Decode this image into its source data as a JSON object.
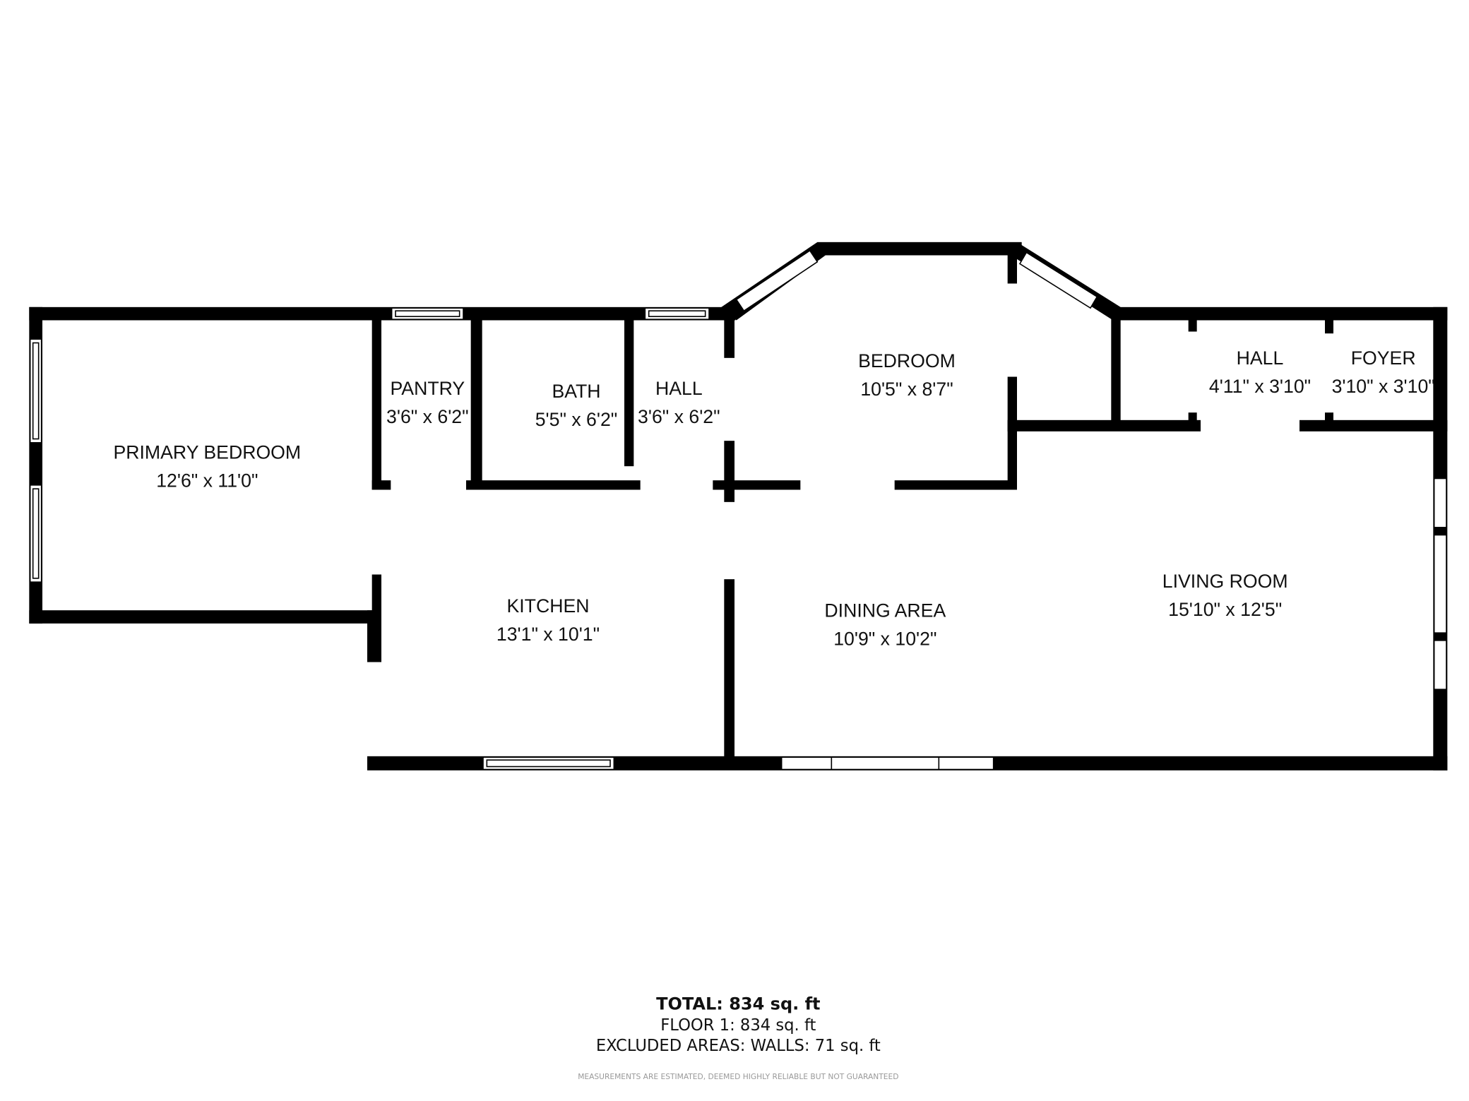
{
  "rooms": {
    "primary_bedroom": {
      "name": "PRIMARY BEDROOM",
      "dims": "12'6\" x 11'0\""
    },
    "pantry": {
      "name": "PANTRY",
      "dims": "3'6\" x 6'2\""
    },
    "bath": {
      "name": "BATH",
      "dims": "5'5\" x 6'2\""
    },
    "hall_1": {
      "name": "HALL",
      "dims": "3'6\" x 6'2\""
    },
    "bedroom": {
      "name": "BEDROOM",
      "dims": "10'5\" x 8'7\""
    },
    "hall_2": {
      "name": "HALL",
      "dims": "4'11\" x 3'10\""
    },
    "foyer": {
      "name": "FOYER",
      "dims": "3'10\" x 3'10\""
    },
    "kitchen": {
      "name": "KITCHEN",
      "dims": "13'1\" x 10'1\""
    },
    "dining_area": {
      "name": "DINING AREA",
      "dims": "10'9\" x 10'2\""
    },
    "living_room": {
      "name": "LIVING ROOM",
      "dims": "15'10\" x 12'5\""
    }
  },
  "summary": {
    "total": "TOTAL: 834 sq. ft",
    "floor1": "FLOOR 1: 834 sq. ft",
    "excluded": "EXCLUDED AREAS: WALLS: 71 sq. ft",
    "disclaimer": "MEASUREMENTS ARE ESTIMATED, DEEMED HIGHLY RELIABLE BUT NOT GUARANTEED"
  }
}
